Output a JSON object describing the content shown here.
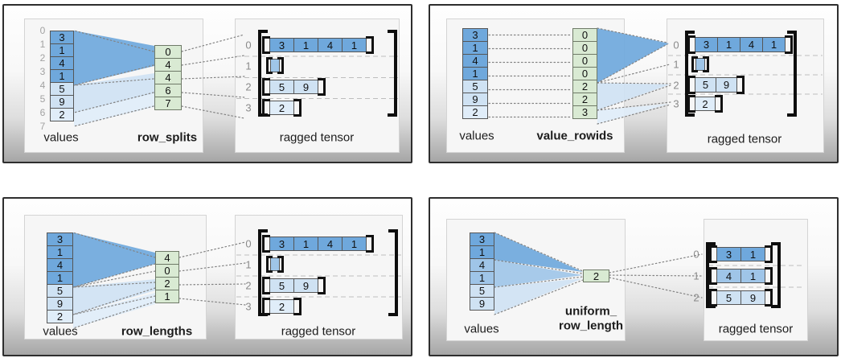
{
  "colors": {
    "dark_blue": "#6fa8dc",
    "mid_blue": "#9fc5e8",
    "light_blue": "#cfe2f3",
    "pale_blue": "#e0edf9",
    "green": "#d9ead3"
  },
  "panels": [
    {
      "id": "row-splits",
      "values_label": "values",
      "param_label": "row_splits",
      "param_label_line2": "",
      "tensor_label": "ragged tensor",
      "value_index_labels": [
        "0",
        "1",
        "2",
        "3",
        "4",
        "5",
        "6",
        "7"
      ],
      "values": [
        {
          "v": "3",
          "shade": "dark_blue"
        },
        {
          "v": "1",
          "shade": "dark_blue"
        },
        {
          "v": "4",
          "shade": "dark_blue"
        },
        {
          "v": "1",
          "shade": "dark_blue"
        },
        {
          "v": "5",
          "shade": "light_blue"
        },
        {
          "v": "9",
          "shade": "light_blue"
        },
        {
          "v": "2",
          "shade": "pale_blue"
        }
      ],
      "param_cells": [
        "0",
        "4",
        "4",
        "6",
        "7"
      ],
      "tensor_rows": [
        {
          "index": "0",
          "cells": [
            {
              "v": "3",
              "shade": "dark_blue"
            },
            {
              "v": "1",
              "shade": "dark_blue"
            },
            {
              "v": "4",
              "shade": "dark_blue"
            },
            {
              "v": "1",
              "shade": "dark_blue"
            }
          ]
        },
        {
          "index": "1",
          "cells": []
        },
        {
          "index": "2",
          "cells": [
            {
              "v": "5",
              "shade": "light_blue"
            },
            {
              "v": "9",
              "shade": "light_blue"
            }
          ]
        },
        {
          "index": "3",
          "cells": [
            {
              "v": "2",
              "shade": "pale_blue"
            }
          ]
        }
      ]
    },
    {
      "id": "value-rowids",
      "values_label": "values",
      "param_label": "value_rowids",
      "param_label_line2": "",
      "tensor_label": "ragged tensor",
      "value_index_labels": [],
      "values": [
        {
          "v": "3",
          "shade": "dark_blue"
        },
        {
          "v": "1",
          "shade": "dark_blue"
        },
        {
          "v": "4",
          "shade": "dark_blue"
        },
        {
          "v": "1",
          "shade": "dark_blue"
        },
        {
          "v": "5",
          "shade": "light_blue"
        },
        {
          "v": "9",
          "shade": "light_blue"
        },
        {
          "v": "2",
          "shade": "pale_blue"
        }
      ],
      "param_cells": [
        "0",
        "0",
        "0",
        "0",
        "2",
        "2",
        "3"
      ],
      "tensor_rows": [
        {
          "index": "0",
          "cells": [
            {
              "v": "3",
              "shade": "dark_blue"
            },
            {
              "v": "1",
              "shade": "dark_blue"
            },
            {
              "v": "4",
              "shade": "dark_blue"
            },
            {
              "v": "1",
              "shade": "dark_blue"
            }
          ]
        },
        {
          "index": "1",
          "cells": []
        },
        {
          "index": "2",
          "cells": [
            {
              "v": "5",
              "shade": "light_blue"
            },
            {
              "v": "9",
              "shade": "light_blue"
            }
          ]
        },
        {
          "index": "3",
          "cells": [
            {
              "v": "2",
              "shade": "pale_blue"
            }
          ]
        }
      ]
    },
    {
      "id": "row-lengths",
      "values_label": "values",
      "param_label": "row_lengths",
      "param_label_line2": "",
      "tensor_label": "ragged tensor",
      "value_index_labels": [],
      "values": [
        {
          "v": "3",
          "shade": "dark_blue"
        },
        {
          "v": "1",
          "shade": "dark_blue"
        },
        {
          "v": "4",
          "shade": "dark_blue"
        },
        {
          "v": "1",
          "shade": "dark_blue"
        },
        {
          "v": "5",
          "shade": "light_blue"
        },
        {
          "v": "9",
          "shade": "light_blue"
        },
        {
          "v": "2",
          "shade": "pale_blue"
        }
      ],
      "param_cells": [
        "4",
        "0",
        "2",
        "1"
      ],
      "tensor_rows": [
        {
          "index": "0",
          "cells": [
            {
              "v": "3",
              "shade": "dark_blue"
            },
            {
              "v": "1",
              "shade": "dark_blue"
            },
            {
              "v": "4",
              "shade": "dark_blue"
            },
            {
              "v": "1",
              "shade": "dark_blue"
            }
          ]
        },
        {
          "index": "1",
          "cells": []
        },
        {
          "index": "2",
          "cells": [
            {
              "v": "5",
              "shade": "light_blue"
            },
            {
              "v": "9",
              "shade": "light_blue"
            }
          ]
        },
        {
          "index": "3",
          "cells": [
            {
              "v": "2",
              "shade": "pale_blue"
            }
          ]
        }
      ]
    },
    {
      "id": "uniform-row-length",
      "values_label": "values",
      "param_label": "uniform_",
      "param_label_line2": "row_length",
      "tensor_label": "ragged tensor",
      "value_index_labels": [],
      "values": [
        {
          "v": "3",
          "shade": "dark_blue"
        },
        {
          "v": "1",
          "shade": "dark_blue"
        },
        {
          "v": "4",
          "shade": "mid_blue"
        },
        {
          "v": "1",
          "shade": "mid_blue"
        },
        {
          "v": "5",
          "shade": "light_blue"
        },
        {
          "v": "9",
          "shade": "light_blue"
        }
      ],
      "param_cells": [
        "2"
      ],
      "tensor_rows": [
        {
          "index": "0",
          "cells": [
            {
              "v": "3",
              "shade": "dark_blue"
            },
            {
              "v": "1",
              "shade": "dark_blue"
            }
          ]
        },
        {
          "index": "1",
          "cells": [
            {
              "v": "4",
              "shade": "mid_blue"
            },
            {
              "v": "1",
              "shade": "mid_blue"
            }
          ]
        },
        {
          "index": "2",
          "cells": [
            {
              "v": "5",
              "shade": "light_blue"
            },
            {
              "v": "9",
              "shade": "light_blue"
            }
          ]
        }
      ]
    }
  ]
}
